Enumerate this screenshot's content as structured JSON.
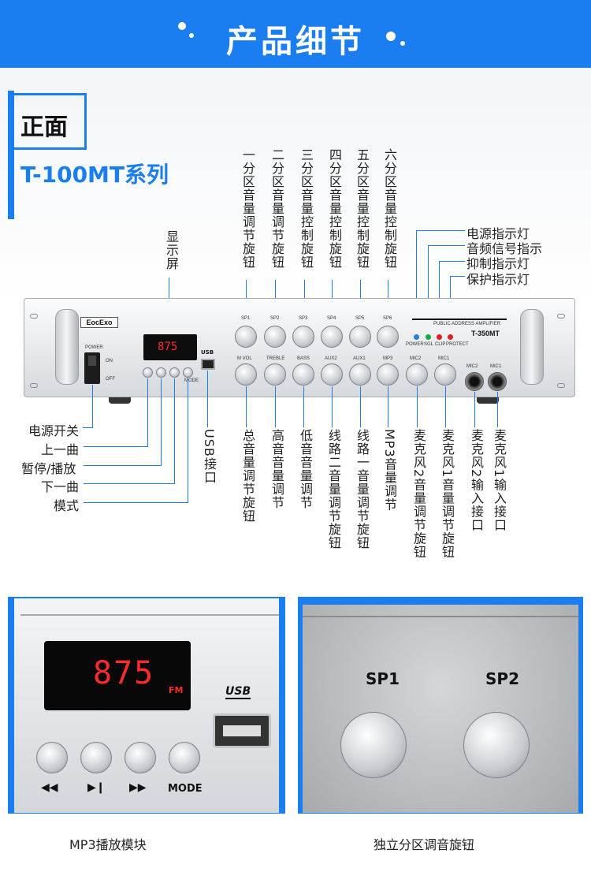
{
  "banner": {
    "title": "产品细节"
  },
  "front": {
    "label": "正面",
    "series": "T-100MT系列"
  },
  "device": {
    "brand": "EocExo",
    "model": "T-350MT",
    "pa_text": "PUBLIC ADDRESS AMPLIFIER",
    "power_label": "POWER",
    "on_label": "ON",
    "off_label": "OFF",
    "display": "875",
    "mode_label": "MODE",
    "top_knobs": [
      "SP1",
      "SP2",
      "SP3",
      "SP4",
      "SP5",
      "SP6"
    ],
    "bottom_knobs": [
      "M VOL",
      "TREBLE",
      "BASS",
      "AUX2",
      "AUX1",
      "MP3",
      "MIC2",
      "MIC1"
    ],
    "mic_jacks": [
      "MIC2",
      "MIC1"
    ],
    "led_labels": [
      "POWER",
      "SGL",
      "CLIP",
      "PROTECT"
    ],
    "led_colors": [
      "#2a7de0",
      "#1aa84a",
      "#e02020",
      "#e02020"
    ]
  },
  "labels": {
    "display": "显示屏",
    "top_knobs": [
      "一分区音量调节旋钮",
      "二分区音量调节旋钮",
      "三分区音量控制旋钮",
      "四分区音量控制旋钮",
      "五分区音量控制旋钮",
      "六分区音量控制旋钮"
    ],
    "indicators": [
      "电源指示灯",
      "音频信号指示",
      "抑制指示灯",
      "保护指示灯"
    ],
    "left_controls": [
      "电源开关",
      "上一曲",
      "暂停/播放",
      "下一曲",
      "模式"
    ],
    "usb": "USB接口",
    "bottom_knobs": [
      "总音量调节旋钮",
      "高音音量调节",
      "低音音量调节",
      "线路二音量调节旋钮",
      "线路一音量调节旋钮",
      "MP3音量调节",
      "麦克风2音量调节旋钮",
      "麦克风1音量调节旋钮",
      "麦克风2输入接口",
      "麦克风1输入接口"
    ]
  },
  "closeups": {
    "mp3": {
      "display": "875",
      "band": "FM",
      "usb": "USB",
      "mode": "MODE",
      "caption": "MP3播放模块"
    },
    "knobs": {
      "sp1": "SP1",
      "sp2": "SP2",
      "caption": "独立分区调音旋钮"
    }
  },
  "colors": {
    "accent": "#1a7df0",
    "led_red": "#ff2a2a"
  }
}
